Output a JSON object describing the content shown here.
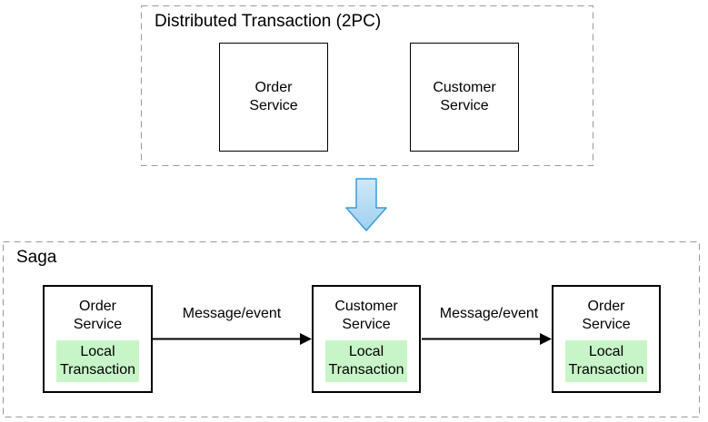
{
  "colors": {
    "text": "#000000",
    "dashed_border": "#999999",
    "box_border": "#000000",
    "green_fill": "#c8f5c8",
    "arrow_fill_light": "#cfe8f9",
    "arrow_fill_dark": "#9fd0f0",
    "arrow_stroke": "#3a9bdc"
  },
  "top_group": {
    "title": "Distributed Transaction (2PC)",
    "boxes": [
      {
        "label": "Order\nService"
      },
      {
        "label": "Customer\nService"
      }
    ]
  },
  "transition_arrow": {
    "icon": "down-block-arrow"
  },
  "bottom_group": {
    "title": "Saga",
    "boxes": [
      {
        "label": "Order\nService",
        "sub": "Local\nTransaction"
      },
      {
        "label": "Customer\nService",
        "sub": "Local\nTransaction"
      },
      {
        "label": "Order\nService",
        "sub": "Local\nTransaction"
      }
    ],
    "arrows": [
      {
        "label": "Message/event"
      },
      {
        "label": "Message/event"
      }
    ]
  }
}
